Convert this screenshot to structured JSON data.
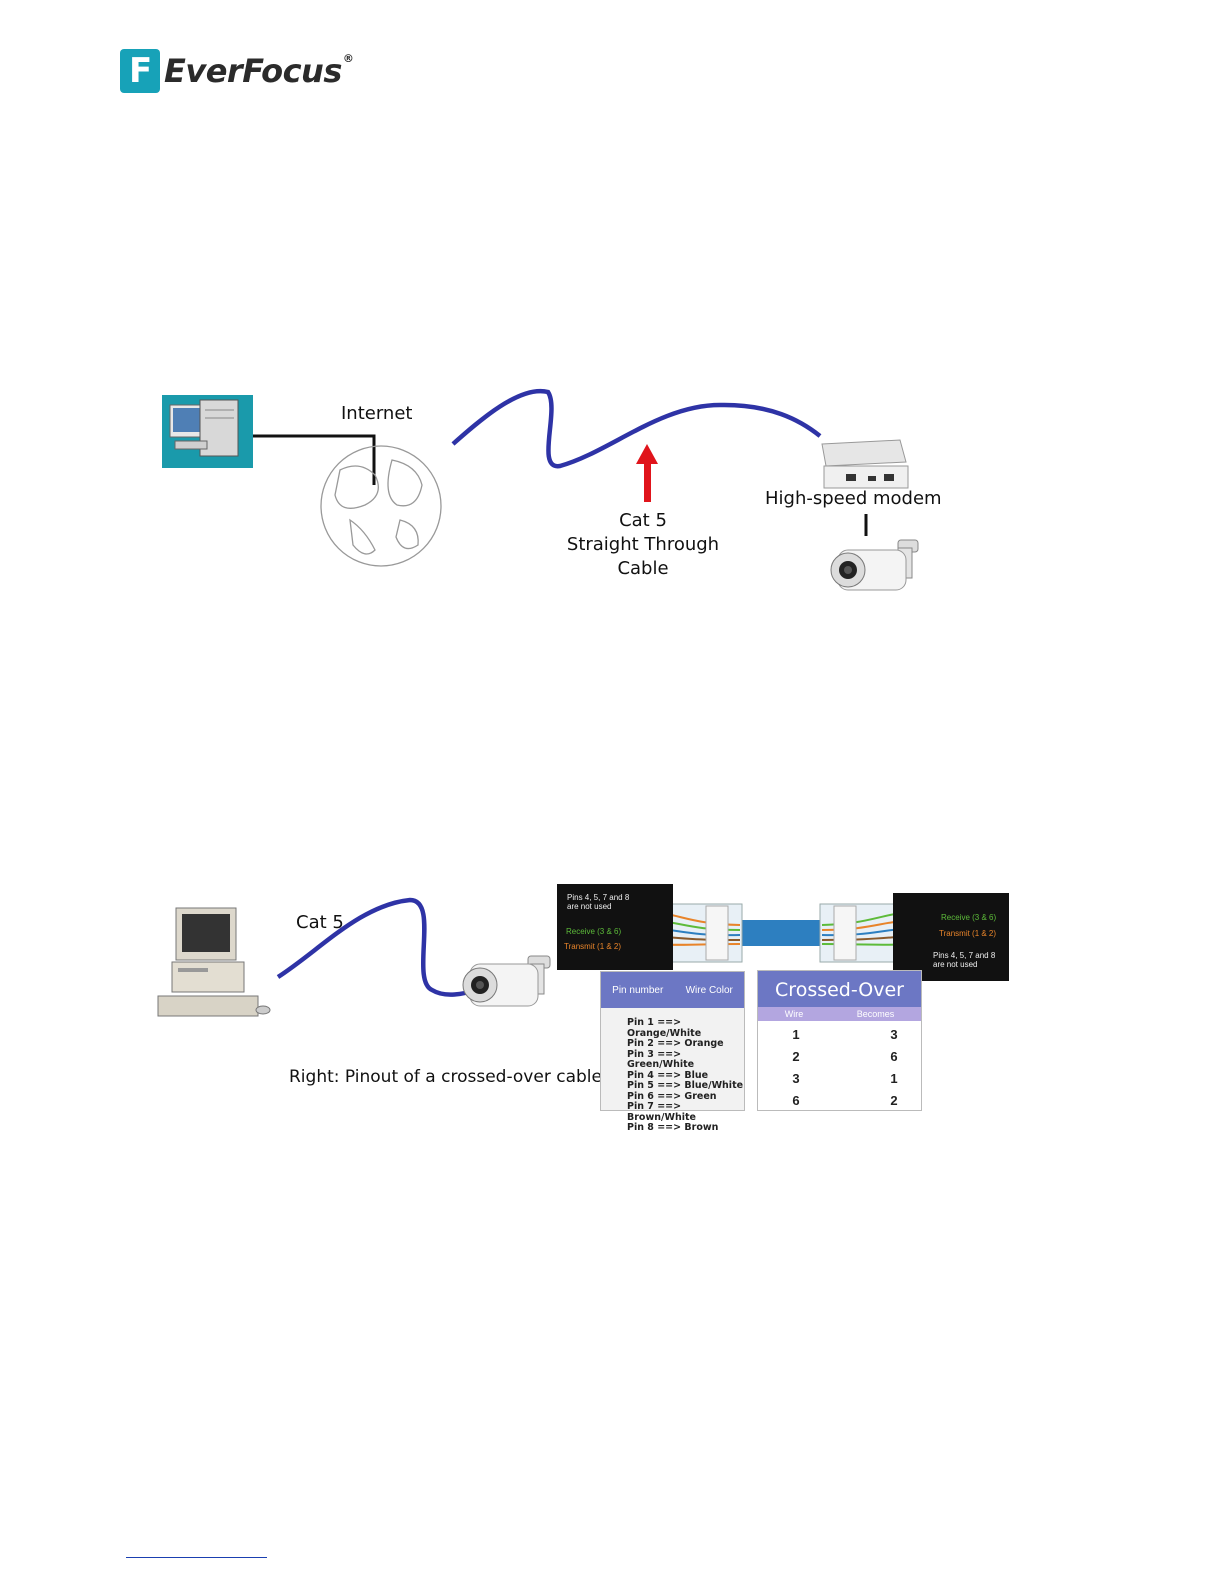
{
  "header": {
    "brand": "EverFocus",
    "reg_mark": "®",
    "logo_mark_letter": "F"
  },
  "diagram1": {
    "internet_label": "Internet",
    "cable_label_line1": "Cat 5",
    "cable_label_line2": "Straight Through Cable",
    "modem_label": "High-speed modem",
    "icons": [
      "computer-icon",
      "globe-icon",
      "modem-icon",
      "camera-icon"
    ],
    "cable_color": "#2e33a6",
    "arrow_color": "#e0141b"
  },
  "diagram2": {
    "cable_label": "Cat 5",
    "caption": "Right: Pinout of a crossed-over cable.",
    "cable_color": "#2e33a6",
    "left_panel": {
      "unused": "Pins 4, 5, 7 and 8 are not used",
      "receive": "Receive (3 & 6)",
      "transmit": "Transmit (1 & 2)"
    },
    "right_panel": {
      "receive": "Receive (3 & 6)",
      "transmit": "Transmit (1 & 2)",
      "unused": "Pins 4, 5, 7 and 8 are not used"
    },
    "pin_table": {
      "col1": "Pin number",
      "col2": "Wire Color",
      "rows": [
        "Pin 1 ==> Orange/White",
        "Pin 2 ==> Orange",
        "Pin 3 ==> Green/White",
        "Pin 4 ==> Blue",
        "Pin 5 ==> Blue/White",
        "Pin 6 ==> Green",
        "Pin 7 ==> Brown/White",
        "Pin 8 ==> Brown"
      ]
    },
    "crossover": {
      "title": "Crossed-Over",
      "col1": "Wire",
      "col2": "Becomes",
      "rows": [
        {
          "wire": "1",
          "becomes": "3",
          "color": "#e8842a"
        },
        {
          "wire": "2",
          "becomes": "6",
          "color": "#e8842a"
        },
        {
          "wire": "3",
          "becomes": "1",
          "color": "#5dbb3a"
        },
        {
          "wire": "6",
          "becomes": "2",
          "color": "#5dbb3a"
        }
      ]
    }
  }
}
